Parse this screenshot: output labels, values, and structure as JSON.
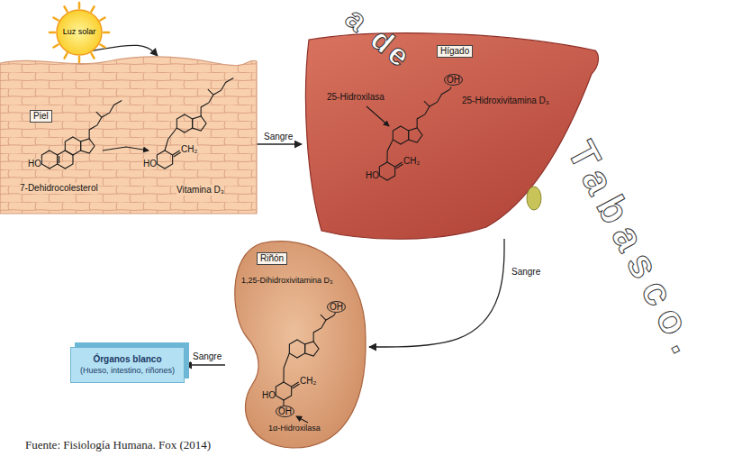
{
  "diagram": {
    "caption": "Fuente: Fisiología Humana. Fox (2014)",
    "nodes": [
      {
        "text": [
          "Luz solar"
        ]
      },
      {
        "text": [
          "Piel",
          "7-Dehidrocolesterol",
          "Vitamina D₃"
        ]
      },
      {
        "text": [
          "Hígado",
          "25-Hidroxilasa",
          "25-Hidroxivitamina D₃"
        ]
      },
      {
        "text": [
          "Riñón",
          "1,25-Dihidroxivitamina D₃",
          "1α-Hidroxilasa"
        ]
      },
      {
        "text": [
          "Órganos blanco",
          "(Hueso, intestino, riñones)"
        ]
      }
    ],
    "edges": [
      {
        "from": 0,
        "to": 1,
        "arrow": "to"
      },
      {
        "from": 1,
        "to": 2,
        "label": "Sangre",
        "arrow": "to"
      },
      {
        "from": 2,
        "to": 3,
        "label": "Sangre",
        "arrow": "to"
      },
      {
        "from": 3,
        "to": 4,
        "label": "Sangre",
        "arrow": "to"
      }
    ],
    "labels": [
      "HO",
      "HO",
      "CH₂",
      "OH",
      "CH₂",
      "HO",
      "OH",
      "CH₂",
      "HO",
      "OH",
      "a de",
      "Tabasco."
    ]
  }
}
